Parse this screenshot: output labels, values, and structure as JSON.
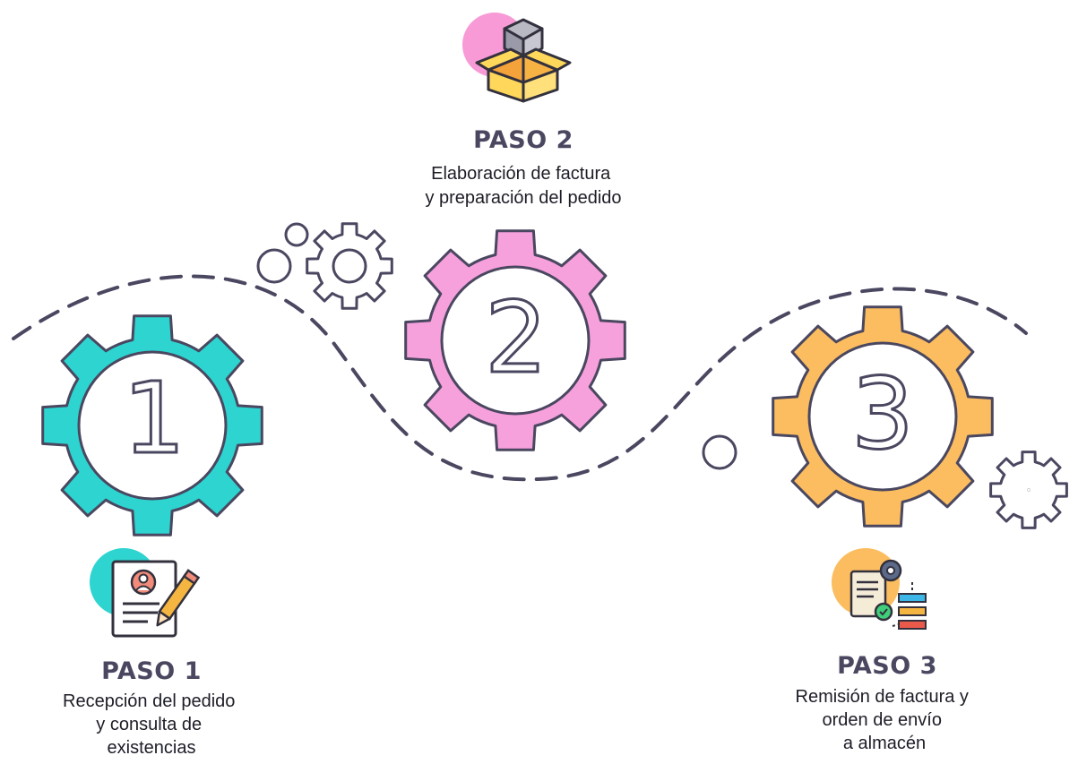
{
  "colors": {
    "outline": "#4a4760",
    "path": "#4a4760",
    "teal": "#2dd4d0",
    "pink": "#f7a1dc",
    "orange": "#fbbd5f",
    "blob_teal": "#2dd4d0",
    "blob_pink": "#f79ad6",
    "blob_orange": "#fbbd5f"
  },
  "steps": [
    {
      "number": "1",
      "title": "PASO 1",
      "description": [
        "Recepción del pedido",
        "y consulta de",
        "existencias"
      ],
      "icon": "resume-document-pencil-icon",
      "gear_color": "#2dd4d0"
    },
    {
      "number": "2",
      "title": "PASO 2",
      "description": [
        "Elaboración de factura",
        "y preparación del pedido"
      ],
      "icon": "open-box-icon",
      "gear_color": "#f7a1dc"
    },
    {
      "number": "3",
      "title": "PASO 3",
      "description": [
        "Remisión de factura y",
        "orden de envío",
        "a almacén"
      ],
      "icon": "document-workflow-icon",
      "gear_color": "#fbbd5f"
    }
  ]
}
